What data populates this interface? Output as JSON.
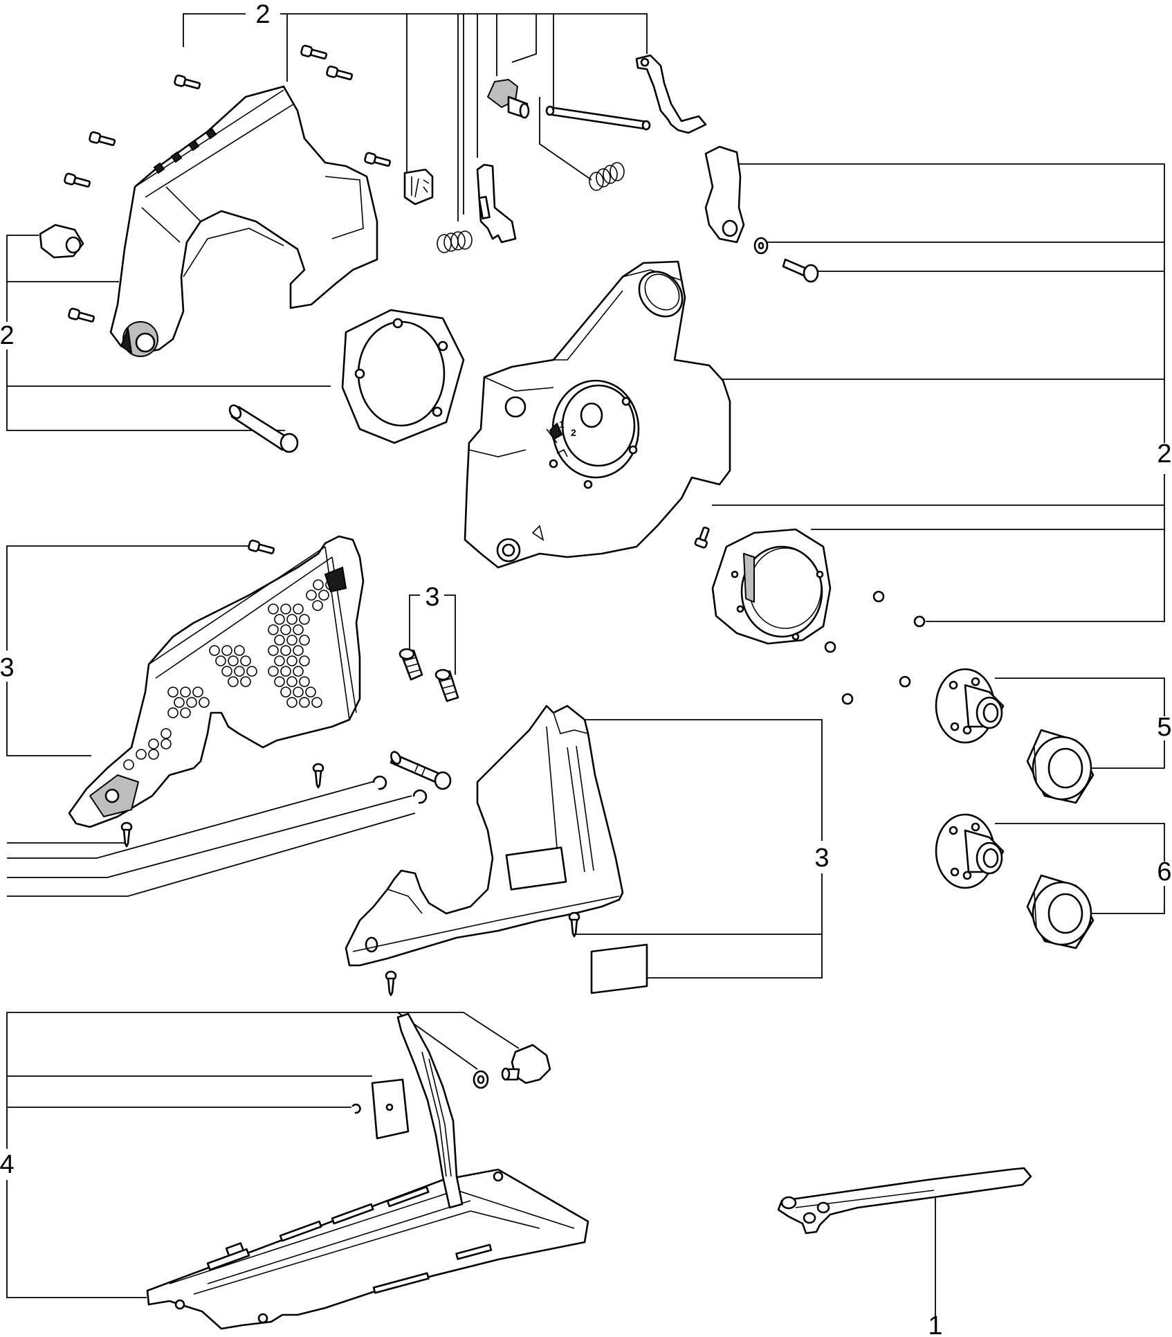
{
  "diagram": {
    "group_labels": {
      "label_1": "1",
      "label_2_top": "2",
      "label_2_left": "2",
      "label_2_right": "2",
      "label_3_left": "3",
      "label_3_center": "3",
      "label_3_right": "3",
      "label_4": "4",
      "label_5": "5",
      "label_6": "6"
    },
    "part_markings": {
      "position_1": "1",
      "position_2": "2"
    }
  }
}
